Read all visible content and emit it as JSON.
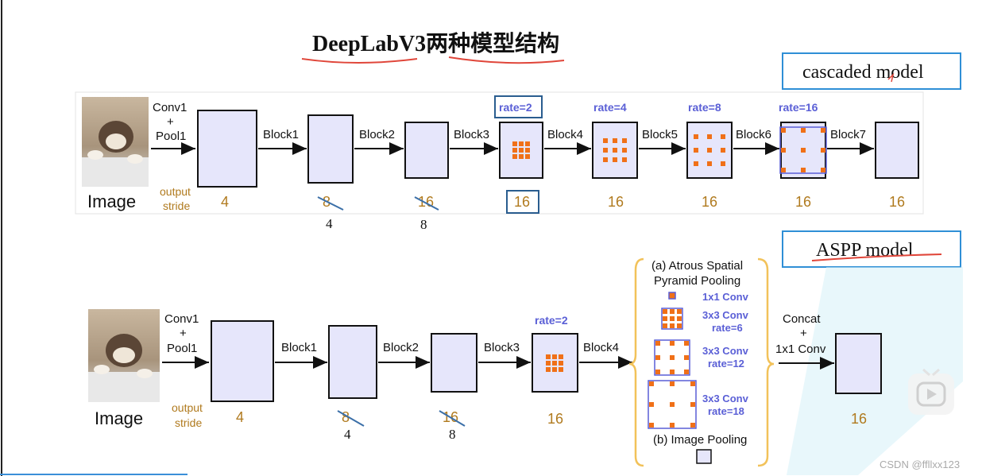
{
  "title": "DeepLabV3两种模型结构",
  "cascaded": {
    "box_label": "cascaded model",
    "image_label": "Image",
    "output_stride_label": [
      "output",
      "stride"
    ],
    "first_arrow": [
      "Conv1",
      "+",
      "Pool1"
    ],
    "blocks": [
      "Block1",
      "Block2",
      "Block3",
      "Block4",
      "Block5",
      "Block6",
      "Block7"
    ],
    "rates": [
      "rate=2",
      "rate=4",
      "rate=8",
      "rate=16"
    ],
    "strides": [
      "4",
      "8",
      "16",
      "16",
      "16",
      "16",
      "16",
      "16"
    ],
    "handwritten_strides": [
      "4",
      "8"
    ]
  },
  "aspp": {
    "box_label": "ASPP model",
    "image_label": "Image",
    "output_stride_label": [
      "output",
      "stride"
    ],
    "first_arrow": [
      "Conv1",
      "+",
      "Pool1"
    ],
    "blocks": [
      "Block1",
      "Block2",
      "Block3",
      "Block4"
    ],
    "rate": "rate=2",
    "strides": [
      "4",
      "8",
      "16",
      "16",
      "16"
    ],
    "handwritten_strides": [
      "4",
      "8"
    ],
    "aspp_title": [
      "(a) Atrous Spatial",
      "Pyramid Pooling"
    ],
    "aspp_items": [
      [
        "1x1 Conv"
      ],
      [
        "3x3 Conv",
        "rate=6"
      ],
      [
        "3x3 Conv",
        "rate=12"
      ],
      [
        "3x3 Conv",
        "rate=18"
      ]
    ],
    "image_pooling": "(b) Image Pooling",
    "concat": [
      "Concat",
      "+",
      "1x1 Conv"
    ]
  },
  "watermark": "CSDN @ffllxx123",
  "colors": {
    "box_fill": "#e6e6fb",
    "rate_blue": "#5a5fd6",
    "stride_gold": "#b07a1e",
    "highlight_blue": "#2f8fd6",
    "red_underline": "#e0463a",
    "kernel_orange": "#f07018"
  }
}
